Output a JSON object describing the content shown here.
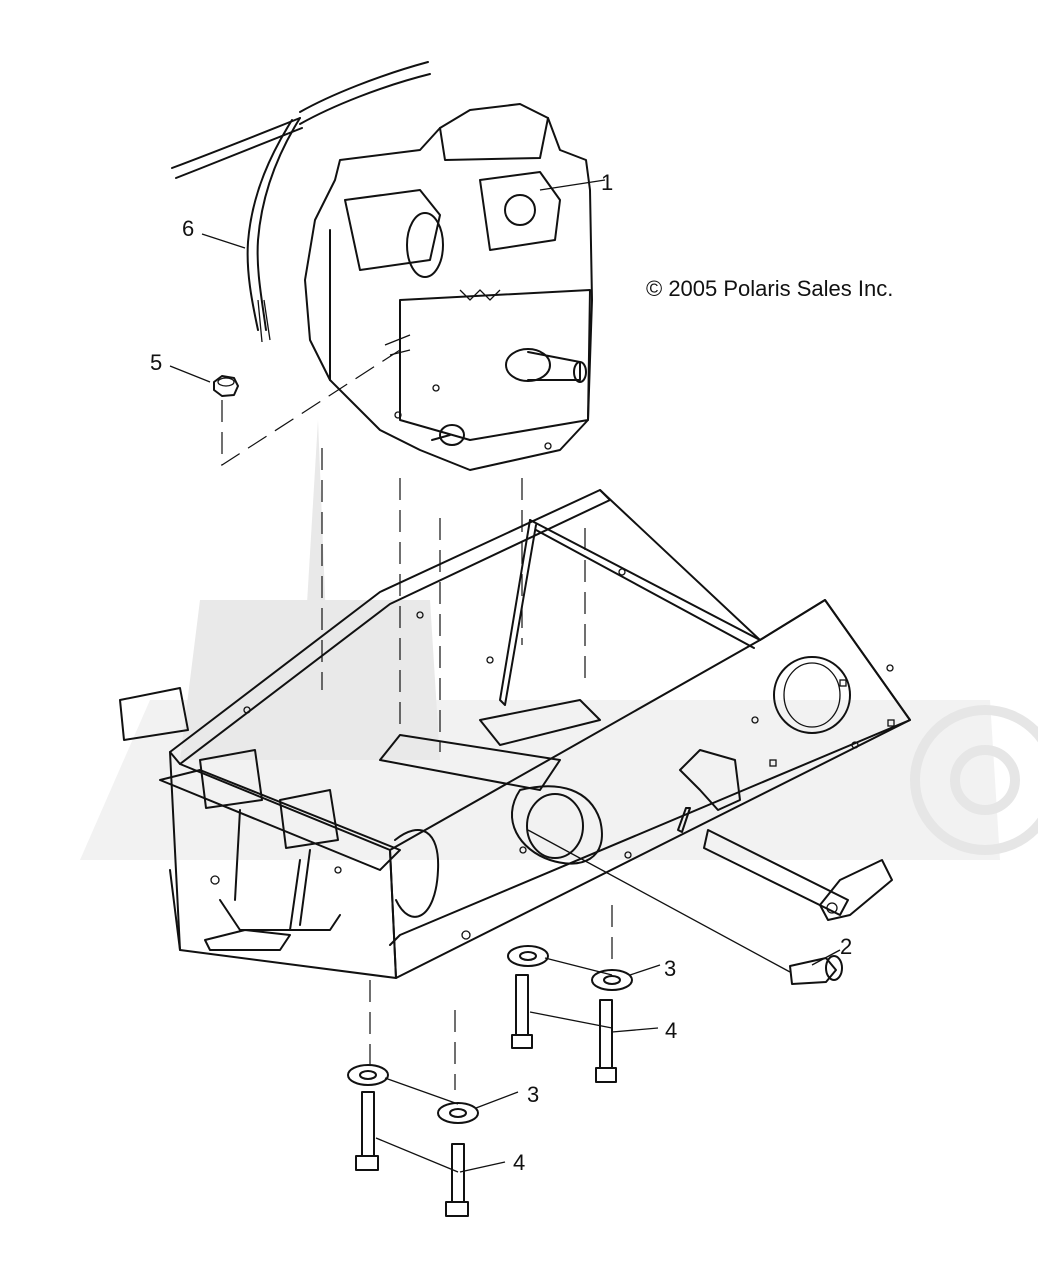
{
  "copyright": "© 2005 Polaris Sales Inc.",
  "callouts": {
    "c1": "1",
    "c2": "2",
    "c3a": "3",
    "c3b": "3",
    "c4a": "4",
    "c4b": "4",
    "c5": "5",
    "c6": "6"
  },
  "icons": {
    "watermark": "atv-dealer-watermark-logo"
  }
}
